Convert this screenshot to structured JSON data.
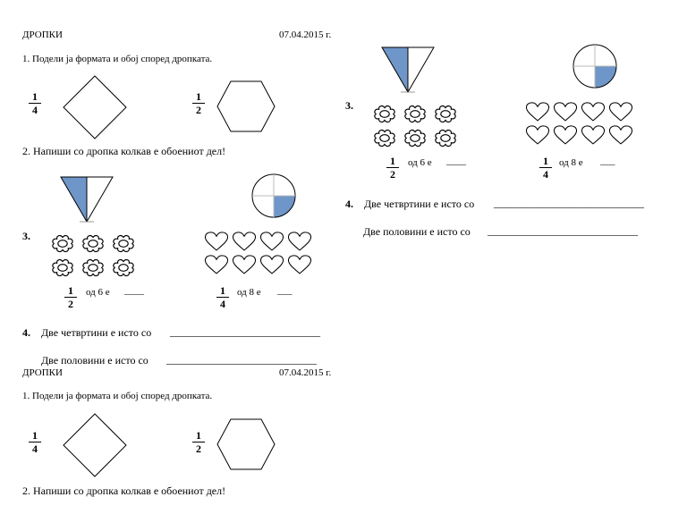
{
  "sheets": [
    {
      "title": "ДРОПКИ",
      "date": "07.04.2015 г.",
      "task1": "1. Подели ја формата и обој според дропката.",
      "task1_fractions": [
        {
          "num": "1",
          "den": "4"
        },
        {
          "num": "1",
          "den": "2"
        }
      ],
      "task2": "2.  Напиши со дропка колкав е обоениот дел!"
    },
    {
      "title": "ДРОПКИ",
      "date": "07.04.2015 г.",
      "task1": "1. Подели ја формата и обој според дропката.",
      "task1_fractions": [
        {
          "num": "1",
          "den": "4"
        },
        {
          "num": "1",
          "den": "2"
        }
      ],
      "task2": "2.  Напиши со дропка колкав е обоениот дел!"
    }
  ],
  "task3_blocks": [
    {
      "number": "3.",
      "flowers": {
        "frac": {
          "num": "1",
          "den": "2"
        },
        "text": "од  6 е",
        "blank": "____"
      },
      "hearts": {
        "frac": {
          "num": "1",
          "den": "4"
        },
        "text": "од  8  е",
        "blank": "___"
      }
    },
    {
      "number": "3.",
      "flowers": {
        "frac": {
          "num": "1",
          "den": "2"
        },
        "text": "од  6 е",
        "blank": "____"
      },
      "hearts": {
        "frac": {
          "num": "1",
          "den": "4"
        },
        "text": "од  8  е",
        "blank": "___"
      }
    }
  ],
  "task4_blocks": [
    {
      "number": "4.",
      "line1": "Две четвртини  е исто со",
      "line2": "Две половини е исто со",
      "blank": "____________________________"
    },
    {
      "number": "4.",
      "line1": "Две четвртини  е исто со",
      "line2": "Две половини е исто со",
      "blank": "____________________________"
    }
  ],
  "colors": {
    "shade": "#6f96c8",
    "ink": "#000000"
  }
}
